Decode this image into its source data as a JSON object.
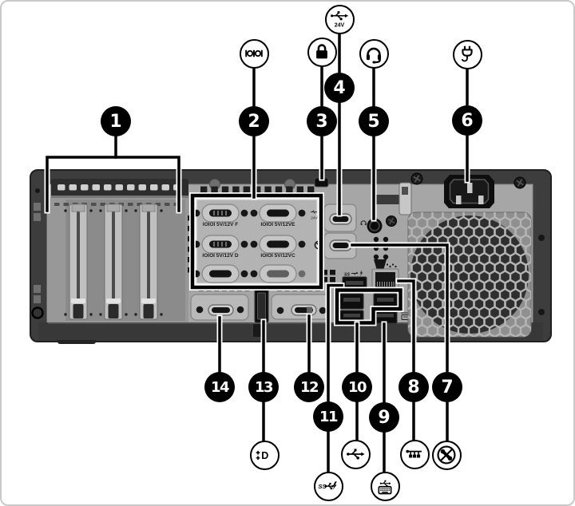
{
  "figure": {
    "description": "Rear panel callout diagram of a small-form-factor desktop computer"
  },
  "colors": {
    "background": "#ffffff",
    "chassis_dark": "#3d3d3d",
    "panel_gray": "#a6a6a6",
    "plate_gray": "#b9b9b9",
    "callout_black": "#000000"
  },
  "callouts": [
    {
      "number": "1",
      "icon": "none",
      "target": "expansion-slots"
    },
    {
      "number": "2",
      "icon": "serial-port-icon",
      "target": "serial-ports"
    },
    {
      "number": "3",
      "icon": "lock-icon",
      "target": "security-lock-slot"
    },
    {
      "number": "4",
      "icon": "usb-24v-icon",
      "target": "powered-usb-port"
    },
    {
      "number": "5",
      "icon": "headset-icon",
      "target": "audio-jack"
    },
    {
      "number": "6",
      "icon": "power-plug-icon",
      "target": "power-connector"
    },
    {
      "number": "7",
      "icon": "no-modem-icon",
      "target": "option-port"
    },
    {
      "number": "8",
      "icon": "network-icon",
      "target": "rj45-network-jack"
    },
    {
      "number": "9",
      "icon": "usb-keyboard-icon",
      "target": "usb-keyboard-port"
    },
    {
      "number": "10",
      "icon": "usb-icon",
      "target": "usb-ports"
    },
    {
      "number": "11",
      "icon": "usb-ss-lightning-icon",
      "target": "usb-charging-port"
    },
    {
      "number": "12",
      "icon": "none",
      "target": "option-port"
    },
    {
      "number": "13",
      "icon": "displayport-icon",
      "target": "displayport"
    },
    {
      "number": "14",
      "icon": "none",
      "target": "option-port"
    }
  ],
  "serial_panel": {
    "labels": [
      "IOIOI 5V/12V F",
      "IOIOI 5V/12VE",
      "IOIOI 5V/12V D",
      "IOIOI 5V/12VC"
    ]
  },
  "icons": {
    "usb24v_label": "24V",
    "ss_label": "SS",
    "dp_glyph": "D",
    "dp_print": "‡D"
  }
}
